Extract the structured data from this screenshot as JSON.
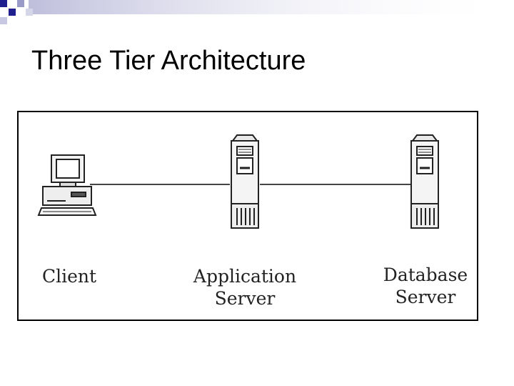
{
  "slide": {
    "title": "Three Tier Architecture",
    "accent_color": "#1f1f8f"
  },
  "diagram": {
    "nodes": [
      {
        "id": "client",
        "icon": "desktop-computer-icon",
        "label_lines": [
          "Client"
        ]
      },
      {
        "id": "application-server",
        "icon": "server-tower-icon",
        "label_lines": [
          "Application",
          "Server"
        ]
      },
      {
        "id": "database-server",
        "icon": "server-tower-icon",
        "label_lines": [
          "Database",
          "Server"
        ]
      }
    ],
    "edges": [
      {
        "from": "client",
        "to": "application-server"
      },
      {
        "from": "application-server",
        "to": "database-server"
      }
    ]
  }
}
